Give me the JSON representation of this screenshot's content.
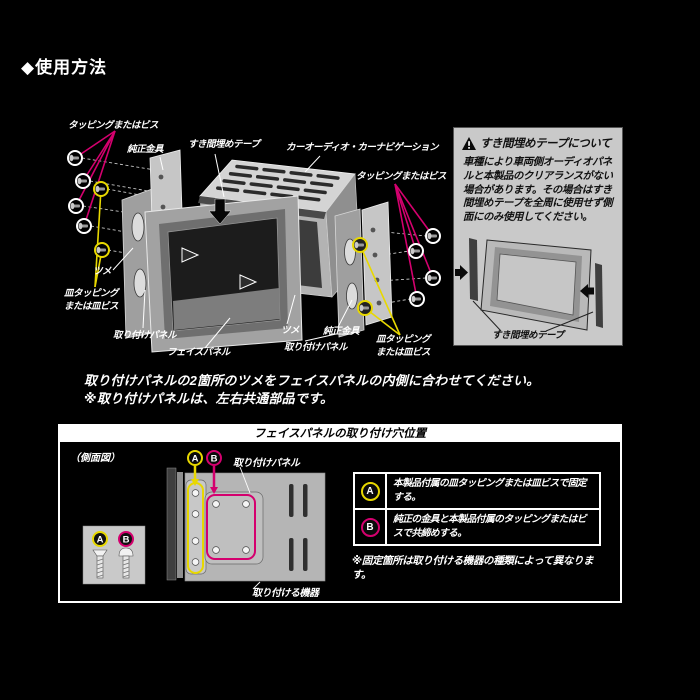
{
  "page": {
    "title": "◆使用方法"
  },
  "colors": {
    "magenta": "#d4006e",
    "yellow": "#e8d800",
    "panel_gray": "#c9c9c9"
  },
  "exploded_diagram": {
    "labels": {
      "tapping_or_screw_left": "タッピングまたはビス",
      "oem_bracket_left": "純正金具",
      "gap_fill_tape": "すき間埋めテープ",
      "car_audio_nav": "カーオーディオ・カーナビゲーション",
      "tapping_or_screw_right": "タッピングまたはビス",
      "tab_left": "ツメ",
      "flat_tapping_line1": "皿タッピング",
      "flat_tapping_line2": "または皿ビス",
      "mounting_panel_left": "取り付けパネル",
      "face_panel": "フェイスパネル",
      "tab_bottom": "ツメ",
      "oem_bracket_bottom": "純正金具",
      "mounting_panel_bottom": "取り付けパネル",
      "flat_tapping_right_line1": "皿タッピング",
      "flat_tapping_right_line2": "または皿ビス"
    },
    "caption_line1": "取り付けパネルの2箇所のツメをフェイスパネルの内側に合わせてください。",
    "caption_line2": "※取り付けパネルは、左右共通部品です。"
  },
  "tape_note": {
    "title": "すき間埋めテープについて",
    "body": "車種により車両側オーディオパネルと本製品のクリアランスがない場合があります。その場合はすき間埋めテープを全周に使用せず側面にのみ使用してください。",
    "tape_label": "すき間埋めテープ"
  },
  "hole_position": {
    "header": "フェイスパネルの取り付け穴位置",
    "side_view": "（側面図）",
    "badge_a": "A",
    "badge_b": "B",
    "mounting_panel": "取り付けパネル",
    "mounted_device": "取り付ける機器",
    "rows": [
      {
        "badge": "A",
        "text": "本製品付属の皿タッピングまたは皿ビスで固定する。"
      },
      {
        "badge": "B",
        "text": "純正の金具と本製品付属のタッピングまたはビスで共締めする。"
      }
    ],
    "note": "※固定箇所は取り付ける機器の種類によって異なります。"
  }
}
